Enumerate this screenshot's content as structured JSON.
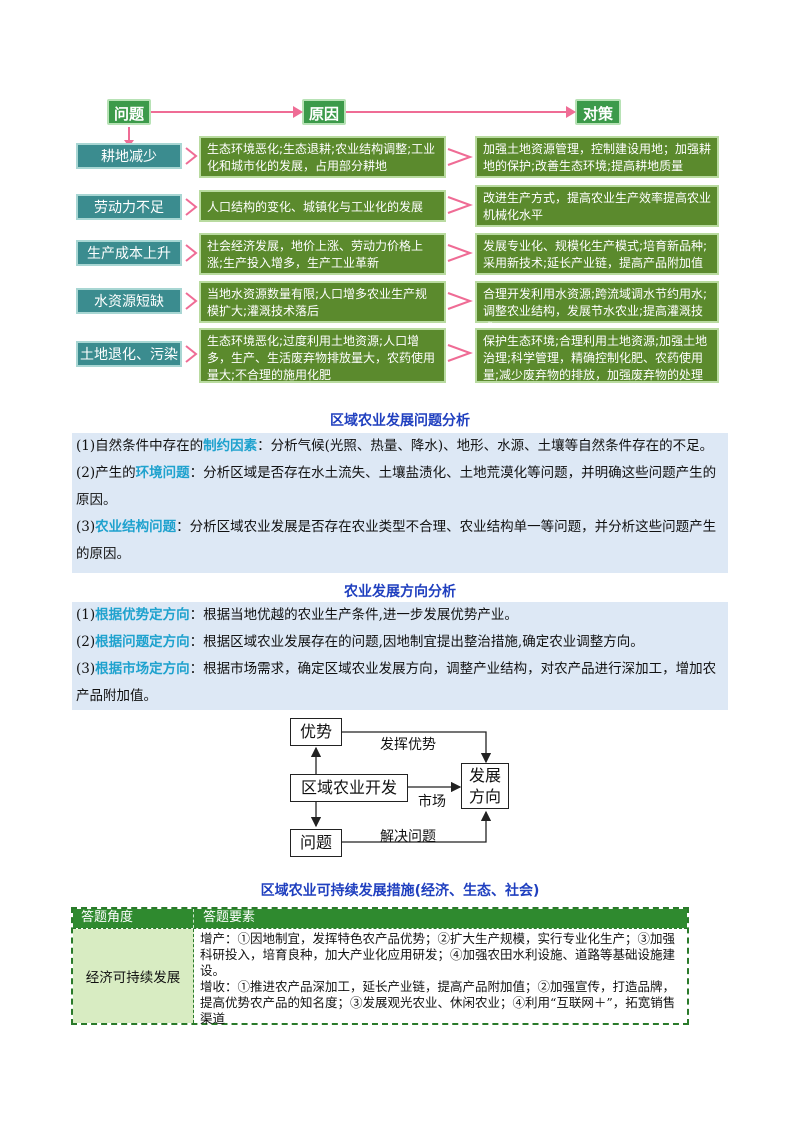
{
  "flow": {
    "headers": [
      "问题",
      "原因",
      "对策"
    ],
    "rows": [
      {
        "problem": "耕地减少",
        "cause": "生态环境恶化;生态退耕;农业结构调整;工业化和城市化的发展，占用部分耕地",
        "measure": "加强土地资源管理，控制建设用地；加强耕地的保护;改善生态环境;提高耕地质量"
      },
      {
        "problem": "劳动力不足",
        "cause": "人口结构的变化、城镇化与工业化的发展",
        "measure": "改进生产方式，提高农业生产效率提高农业机械化水平"
      },
      {
        "problem": "生产成本上升",
        "cause": "社会经济发展，地价上涨、劳动力价格上涨;生产投入增多，生产工业革新",
        "measure": "发展专业化、规模化生产模式;培育新品种;采用新技术;延长产业链，提高产品附加值"
      },
      {
        "problem": "水资源短缺",
        "cause": "当地水资源数量有限;人口增多农业生产规模扩大;灌溉技术落后",
        "measure": "合理开发利用水资源;跨流域调水节约用水;调整农业结构，发展节水农业;提高灌溉技术"
      },
      {
        "problem": "土地退化、污染",
        "cause": "生态环境恶化;过度利用土地资源;人口增多，生产、生活废弃物排放量大，农药使用量大;不合理的施用化肥",
        "measure": "保护生态环境;合理利用土地资源;加强土地治理;科学管理，精确控制化肥、农药使用量;减少废弃物的排放，加强废弃物的处理"
      }
    ]
  },
  "section1": {
    "title": "区域农业发展问题分析",
    "items": [
      {
        "prefix": "(1)自然条件中存在的",
        "keyword": "制约因素",
        "text": "：分析气候(光照、热量、降水)、地形、水源、土壤等自然条件存在的不足。"
      },
      {
        "prefix": "(2)产生的",
        "keyword": "环境问题",
        "text": "：分析区域是否存在水土流失、土壤盐渍化、土地荒漠化等问题，并明确这些问题产生的原因。"
      },
      {
        "prefix": "(3)",
        "keyword": "农业结构问题",
        "text": "：分析区域农业发展是否存在农业类型不合理、农业结构单一等问题，并分析这些问题产生的原因。"
      }
    ]
  },
  "section2": {
    "title": "农业发展方向分析",
    "items": [
      {
        "prefix": "(1)",
        "keyword": "根据优势定方向",
        "text": "：根据当地优越的农业生产条件,进一步发展优势产业。"
      },
      {
        "prefix": "(2)",
        "keyword": "根据问题定方向",
        "text": "：根据区域农业发展存在的问题,因地制宜提出整治措施,确定农业调整方向。"
      },
      {
        "prefix": "(3)",
        "keyword": "根据市场定方向",
        "text": "：根据市场需求，确定区域农业发展方向，调整产业结构，对农产品进行深加工，增加农产品附加值。"
      }
    ]
  },
  "diagram": {
    "advantage": "优势",
    "center": "区域农业开发",
    "problem": "问题",
    "target_line1": "发展",
    "target_line2": "方向",
    "label_top": "发挥优势",
    "label_mid": "市场",
    "label_bottom": "解决问题"
  },
  "section3": {
    "title": "区域农业可持续发展措施(经济、生态、社会)",
    "col1_header": "答题角度",
    "col2_header": "答题要素",
    "row_angle": "经济可持续发展",
    "row_text1": "增产：①因地制宜，发挥特色农产品优势；②扩大生产规模，实行专业化生产；③加强科研投入，培育良种，加大产业化应用研发；④加强农田水利设施、道路等基础设施建设。",
    "row_text2": "增收：①推进农产品深加工，延长产业链，提高产品附加值；②加强宣传，打造品牌，提高优势农产品的知名度；③发展观光农业、休闲农业；④利用“互联网＋”，拓宽销售渠道"
  }
}
